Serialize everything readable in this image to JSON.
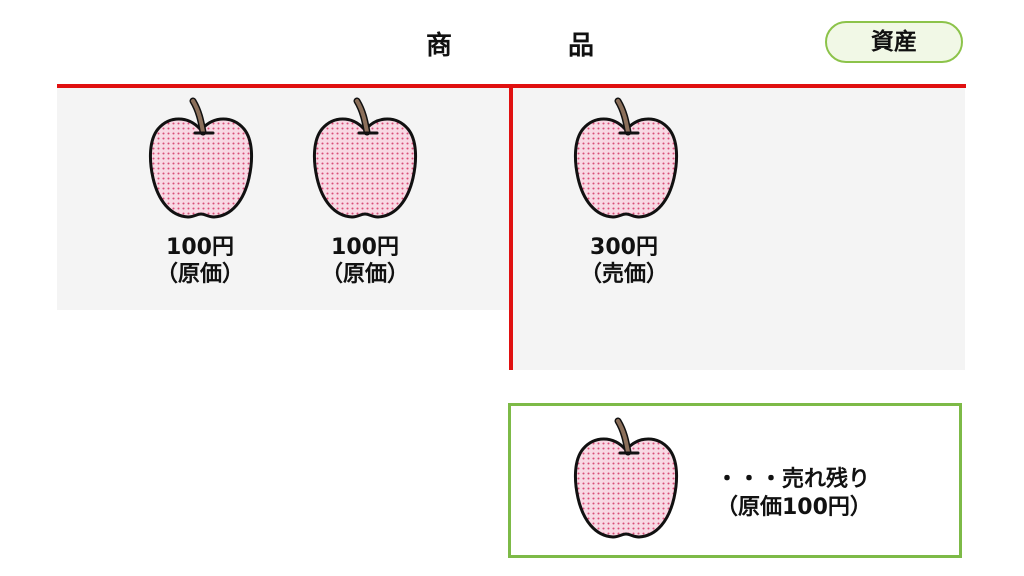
{
  "header": {
    "title_left": "商",
    "title_right": "品",
    "badge": "資産"
  },
  "left_items": [
    {
      "amount": "100円",
      "type": "（原価）"
    },
    {
      "amount": "100円",
      "type": "（原価）"
    }
  ],
  "right_item": {
    "amount": "300円",
    "type": "（売価）"
  },
  "leftover": {
    "line1": "・・・売れ残り",
    "line2": "（原価100円）"
  },
  "colors": {
    "divider_red": "#e01010",
    "box_green": "#7dba47",
    "apple_fill": "#f8d9e4",
    "apple_dots": "#d94c77",
    "stem": "#8b6f5a",
    "panel_gray": "#f4f4f4"
  }
}
